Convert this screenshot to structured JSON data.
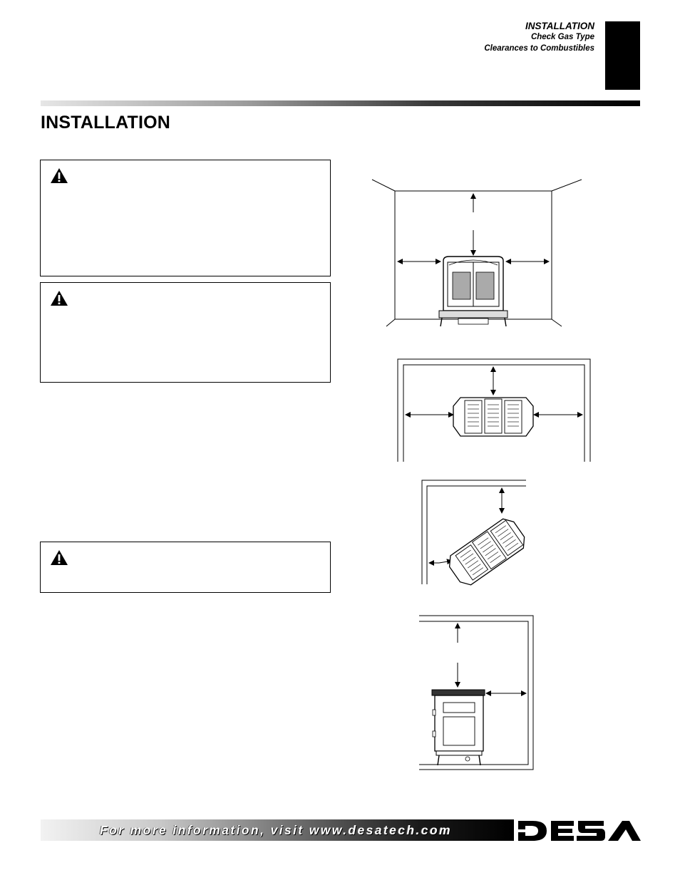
{
  "header": {
    "section": "INSTALLATION",
    "line1": "Check Gas Type",
    "line2": "Clearances to Combustibles"
  },
  "page_title": "INSTALLATION",
  "footer": {
    "text": "For more information, visit www.desatech.com",
    "logo": "DESA"
  },
  "icons": {
    "warning": "warning-triangle-icon"
  }
}
